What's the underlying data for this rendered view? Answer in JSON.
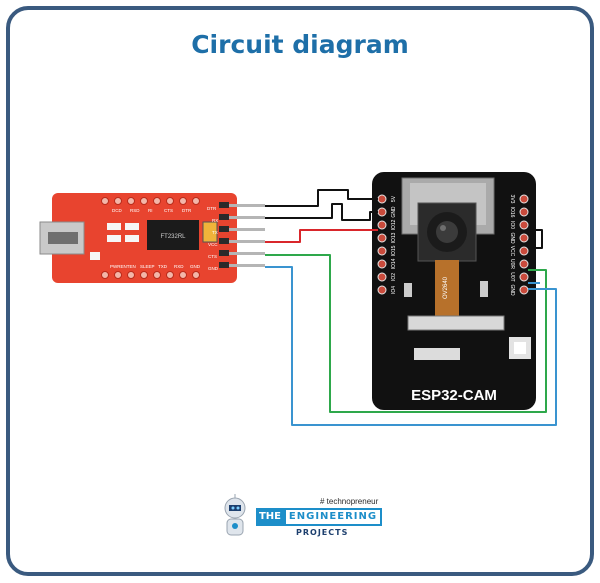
{
  "diagram": {
    "title": "Circuit diagram",
    "ftdi": {
      "pin_labels": [
        "DTR",
        "RX",
        "TX",
        "VCC",
        "CTS",
        "GND"
      ],
      "top_labels": [
        "DCD",
        "RSD",
        "RI",
        "CTS",
        "DTR"
      ],
      "bottom_labels": [
        "PWRENTEN",
        "SLEEP",
        "TXD",
        "RXD",
        "GND"
      ],
      "chip_text": "FT232RL"
    },
    "esp32": {
      "board_label": "ESP32-CAM",
      "left_pins": [
        "5V",
        "GND",
        "IO12",
        "IO13",
        "IO15",
        "IO14",
        "IO2",
        "IO4"
      ],
      "right_pins": [
        "3V3",
        "IO16",
        "IO0",
        "GND",
        "VCC",
        "U0R",
        "U0T",
        "GND"
      ],
      "ribbon_text": "OV2640"
    },
    "wire_colors": {
      "black": "#111111",
      "red": "#d9262b",
      "green": "#2ea84b",
      "blue": "#3a94d0"
    }
  },
  "brand": {
    "hashtag": "# technopreneur",
    "the": "THE",
    "engineering": "ENGINEERING",
    "projects": "PROJECTS"
  }
}
